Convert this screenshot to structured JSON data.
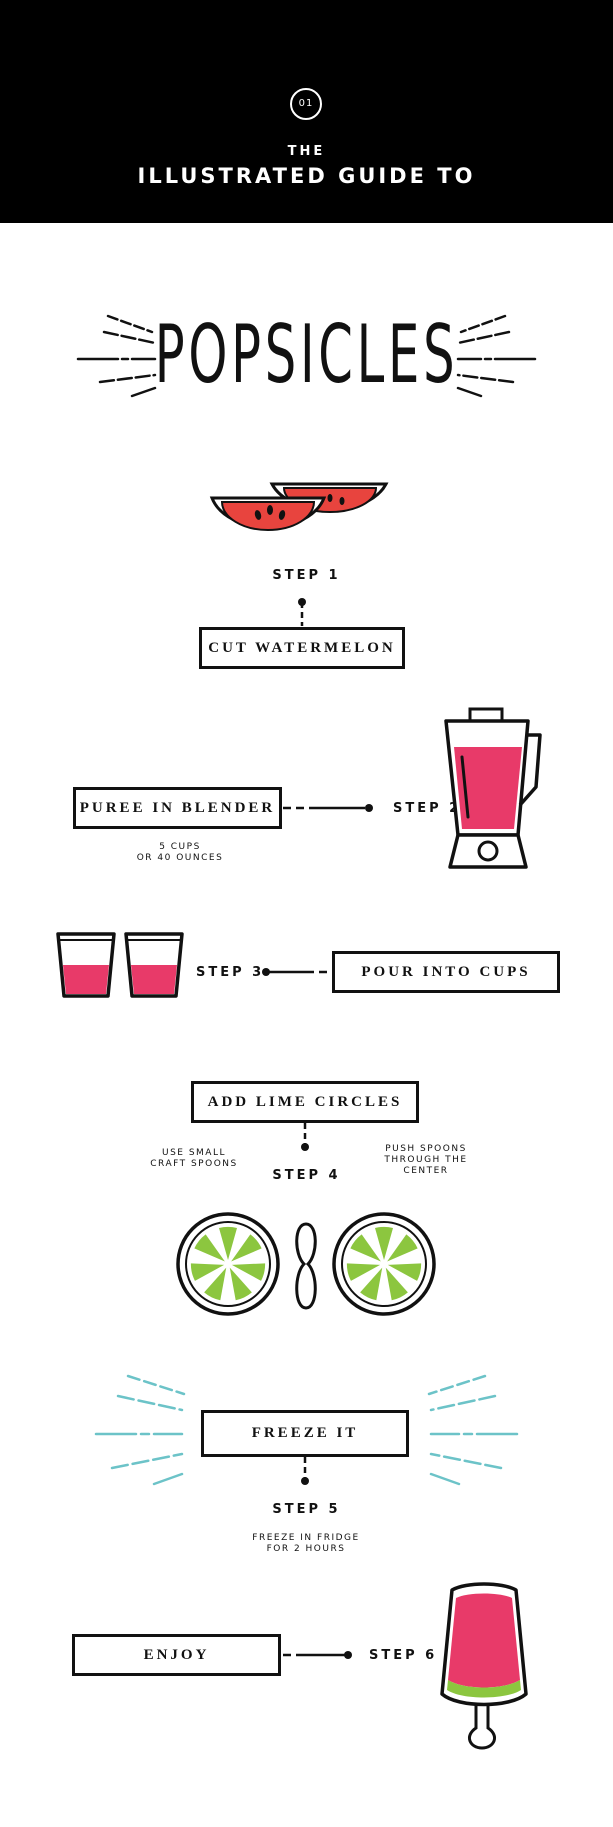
{
  "header": {
    "issue_number": "01",
    "line1": "THE",
    "line2": "ILLUSTRATED GUIDE TO"
  },
  "title": "POPSICLES",
  "colors": {
    "watermelon_red": "#e8443e",
    "pink": "#e83a69",
    "lime_green": "#8cc63f",
    "ice_blue": "#6cc3c8",
    "ink": "#111111"
  },
  "steps": [
    {
      "step": "STEP 1",
      "action": "CUT WATERMELON",
      "icon": "watermelon-slices-icon"
    },
    {
      "step": "STEP 2",
      "action": "PUREE IN BLENDER",
      "icon": "blender-icon",
      "note_line1": "5 CUPS",
      "note_line2": "OR 40 OUNCES"
    },
    {
      "step": "STEP 3",
      "action": "POUR INTO CUPS",
      "icon": "cups-icon"
    },
    {
      "step": "STEP 4",
      "action": "ADD LIME CIRCLES",
      "icon": "lime-slices-icon",
      "note_left_line1": "USE SMALL",
      "note_left_line2": "CRAFT SPOONS",
      "note_right_line1": "PUSH SPOONS",
      "note_right_line2": "THROUGH THE",
      "note_right_line3": "CENTER"
    },
    {
      "step": "STEP 5",
      "action": "FREEZE IT",
      "icon": "freeze-burst-icon",
      "note_line1": "FREEZE IN FRIDGE",
      "note_line2": "FOR 2 HOURS"
    },
    {
      "step": "STEP 6",
      "action": "ENJOY",
      "icon": "popsicle-icon"
    }
  ]
}
